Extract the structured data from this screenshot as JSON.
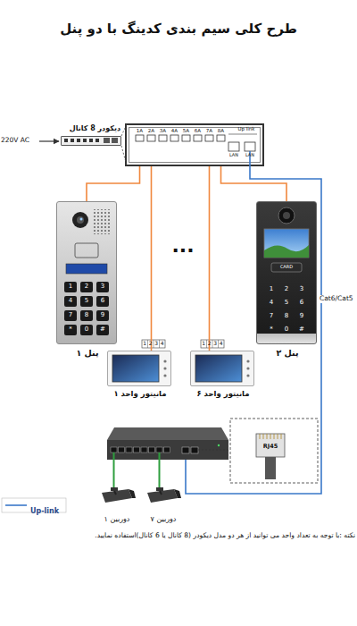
{
  "diagram": {
    "title": "طرح کلی سیم بندی کدینگ با دو پنل",
    "nodes": [
      {
        "text": [
          "دیکودر 8 کانال"
        ]
      },
      {
        "text": [
          "Up link"
        ]
      },
      {
        "text": [
          "پنل ۱"
        ]
      },
      {
        "text": [
          "پنل ۲"
        ]
      },
      {
        "text": [
          "مانیتور واحد ۱"
        ]
      },
      {
        "text": [
          "مانیتور واحد ۶"
        ]
      }
    ],
    "edges": [
      {
        "from": 1,
        "to": 2,
        "arrow": "none"
      },
      {
        "from": 1,
        "to": 4,
        "arrow": "none"
      },
      {
        "from": 1,
        "to": 5,
        "arrow": "none"
      },
      {
        "from": 1,
        "to": 3,
        "arrow": "none"
      }
    ],
    "labels": [
      "220V AC",
      "1A",
      "2A",
      "3A",
      "4A",
      "5A",
      "6A",
      "7A",
      "8A",
      "LAN",
      "LAN",
      "...",
      "Cat6/Cat5",
      "1",
      "2",
      "3",
      "4",
      "1",
      "2",
      "3",
      "4",
      "RJ45",
      "دوربین ۱",
      "دوربین ۷",
      "نکته :با توجه به تعداد واحد می توانید از هر دو مدل دیکودر (8 کانال یا 6 کانال)استفاده نمایید.",
      "CARD",
      "1",
      "2",
      "3",
      "4",
      "5",
      "6",
      "7",
      "8",
      "9",
      "*",
      "0",
      "#",
      "1",
      "2",
      "3",
      "4",
      "5",
      "6",
      "7",
      "8",
      "9",
      "*",
      "0",
      "#"
    ],
    "legend": [
      {
        "text": "Up-link"
      }
    ]
  }
}
